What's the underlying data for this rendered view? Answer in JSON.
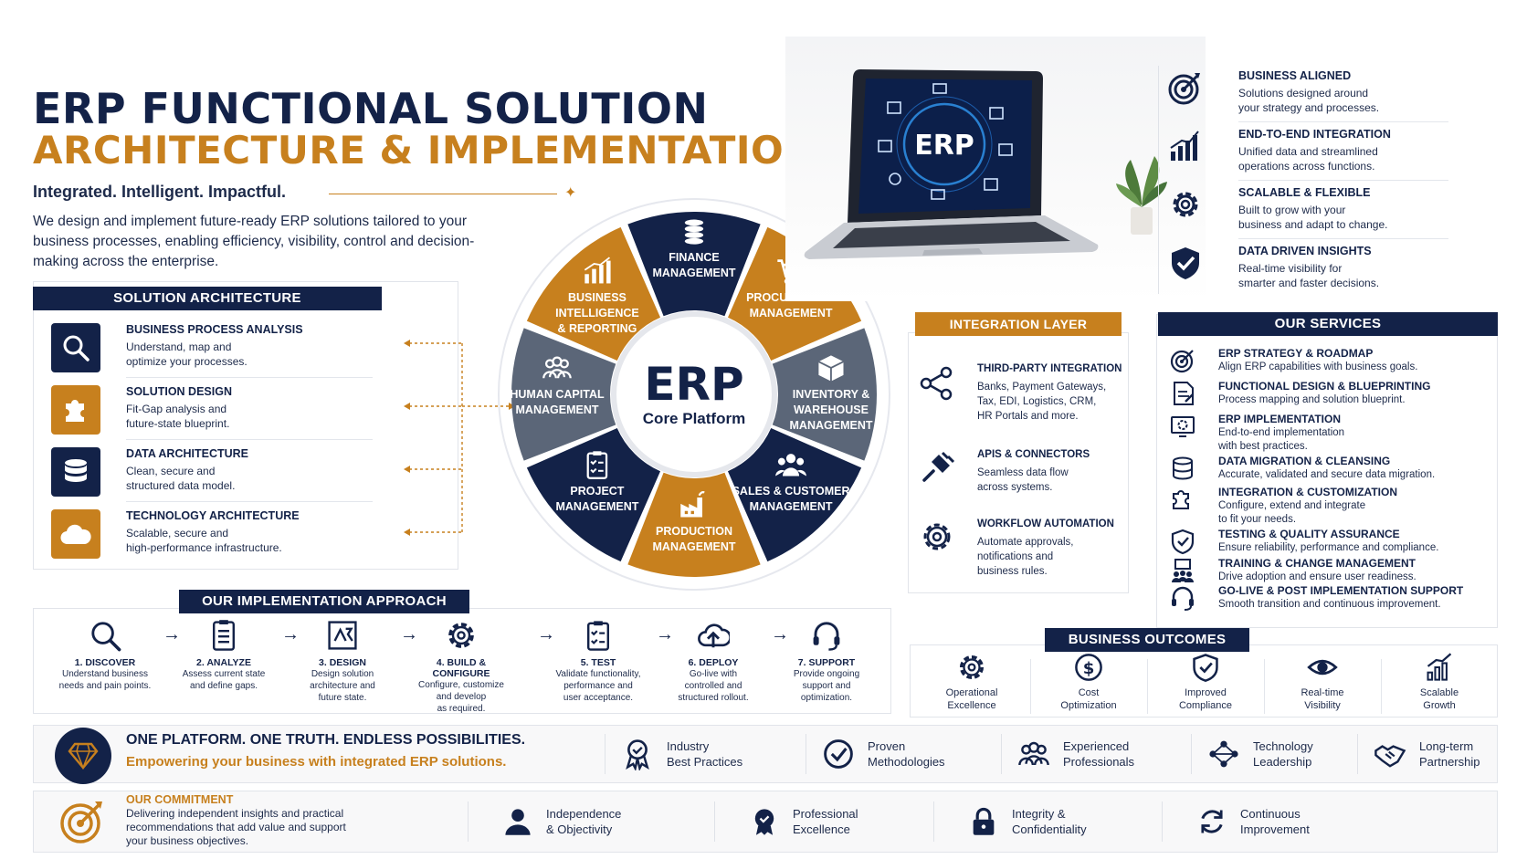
{
  "header": {
    "title_line1": "ERP FUNCTIONAL SOLUTION",
    "title_line2": "ARCHITECTURE & IMPLEMENTATION",
    "tagline": "Integrated. Intelligent. Impactful.",
    "intro": "We design and implement future-ready ERP solutions tailored to your business processes, enabling efficiency, visibility, control and decision-making across the enterprise."
  },
  "colors": {
    "navy": "#132248",
    "gold": "#c7801e",
    "slate": "#5b6678"
  },
  "solution_architecture": {
    "heading": "SOLUTION ARCHITECTURE",
    "items": [
      {
        "icon": "search-icon",
        "title": "BUSINESS PROCESS ANALYSIS",
        "desc_line1": "Understand, map and",
        "desc_line2": "optimize your processes."
      },
      {
        "icon": "puzzle-icon",
        "title": "SOLUTION DESIGN",
        "desc_line1": "Fit-Gap analysis and",
        "desc_line2": "future-state blueprint."
      },
      {
        "icon": "database-icon",
        "title": "DATA ARCHITECTURE",
        "desc_line1": "Clean, secure and",
        "desc_line2": "structured data model."
      },
      {
        "icon": "cloud-icon",
        "title": "TECHNOLOGY ARCHITECTURE",
        "desc_line1": "Scalable, secure and",
        "desc_line2": "high-performance infrastructure."
      }
    ]
  },
  "wheel": {
    "center_title": "ERP",
    "center_subtitle": "Core Platform",
    "segments": [
      {
        "l1": "FINANCE",
        "l2": "MANAGEMENT",
        "l3": "",
        "icon": "coins-icon",
        "color": "navy"
      },
      {
        "l1": "PROCUREMENT",
        "l2": "MANAGEMENT",
        "l3": "",
        "icon": "cart-icon",
        "color": "gold"
      },
      {
        "l1": "INVENTORY &",
        "l2": "WAREHOUSE",
        "l3": "MANAGEMENT",
        "icon": "box-icon",
        "color": "slate"
      },
      {
        "l1": "SALES & CUSTOMER",
        "l2": "MANAGEMENT",
        "l3": "",
        "icon": "people-icon",
        "color": "navy"
      },
      {
        "l1": "PRODUCTION",
        "l2": "MANAGEMENT",
        "l3": "",
        "icon": "factory-icon",
        "color": "gold"
      },
      {
        "l1": "PROJECT",
        "l2": "MANAGEMENT",
        "l3": "",
        "icon": "clipboard-icon",
        "color": "navy"
      },
      {
        "l1": "HUMAN CAPITAL",
        "l2": "MANAGEMENT",
        "l3": "",
        "icon": "team-icon",
        "color": "slate"
      },
      {
        "l1": "BUSINESS",
        "l2": "INTELLIGENCE",
        "l3": "& REPORTING",
        "icon": "bar-chart-icon",
        "color": "gold"
      }
    ]
  },
  "laptop": {
    "screen_label": "ERP"
  },
  "benefits": [
    {
      "icon": "target-icon",
      "title": "BUSINESS ALIGNED",
      "desc_line1": "Solutions designed around",
      "desc_line2": "your strategy and processes."
    },
    {
      "icon": "bar-chart-icon",
      "title": "END-TO-END INTEGRATION",
      "desc_line1": "Unified data and streamlined",
      "desc_line2": "operations across functions."
    },
    {
      "icon": "gear-icon",
      "title": "SCALABLE & FLEXIBLE",
      "desc_line1": "Built to grow with your",
      "desc_line2": "business and adapt to change."
    },
    {
      "icon": "shield-check-icon",
      "title": "DATA DRIVEN INSIGHTS",
      "desc_line1": "Real-time visibility for",
      "desc_line2": "smarter and faster decisions."
    }
  ],
  "integration_layer": {
    "heading": "INTEGRATION LAYER",
    "items": [
      {
        "icon": "share-nodes-icon",
        "title": "THIRD-PARTY INTEGRATION",
        "lines": [
          "Banks, Payment Gateways,",
          "Tax, EDI, Logistics, CRM,",
          "HR Portals and more."
        ]
      },
      {
        "icon": "plug-icon",
        "title": "APIS & CONNECTORS",
        "lines": [
          "Seamless data flow",
          "across systems."
        ]
      },
      {
        "icon": "gear-icon",
        "title": "WORKFLOW AUTOMATION",
        "lines": [
          "Automate approvals,",
          "notifications and",
          "business rules."
        ]
      }
    ]
  },
  "services": {
    "heading": "OUR SERVICES",
    "items": [
      {
        "icon": "target-icon",
        "title": "ERP STRATEGY & ROADMAP",
        "lines": [
          "Align ERP capabilities with business goals."
        ]
      },
      {
        "icon": "blueprint-icon",
        "title": "FUNCTIONAL DESIGN & BLUEPRINTING",
        "lines": [
          "Process mapping and solution blueprint."
        ]
      },
      {
        "icon": "monitor-gear-icon",
        "title": "ERP IMPLEMENTATION",
        "lines": [
          "End-to-end implementation",
          "with best practices."
        ]
      },
      {
        "icon": "database-icon",
        "title": "DATA MIGRATION & CLEANSING",
        "lines": [
          "Accurate, validated and secure data migration."
        ]
      },
      {
        "icon": "puzzle-icon",
        "title": "INTEGRATION & CUSTOMIZATION",
        "lines": [
          "Configure, extend and integrate",
          "to fit your needs."
        ]
      },
      {
        "icon": "shield-check-icon",
        "title": "TESTING & QUALITY ASSURANCE",
        "lines": [
          "Ensure reliability, performance and compliance."
        ]
      },
      {
        "icon": "training-icon",
        "title": "TRAINING & CHANGE MANAGEMENT",
        "lines": [
          "Drive adoption and ensure user readiness."
        ]
      },
      {
        "icon": "headset-icon",
        "title": "GO-LIVE & POST IMPLEMENTATION SUPPORT",
        "lines": [
          "Smooth transition and continuous improvement."
        ]
      }
    ]
  },
  "approach": {
    "heading": "OUR IMPLEMENTATION APPROACH",
    "arrow": "→",
    "steps": [
      {
        "icon": "search-icon",
        "title": "1. DISCOVER",
        "lines": [
          "Understand business",
          "needs and pain points."
        ]
      },
      {
        "icon": "checklist-icon",
        "title": "2. ANALYZE",
        "lines": [
          "Assess current state",
          "and define gaps."
        ]
      },
      {
        "icon": "design-icon",
        "title": "3. DESIGN",
        "lines": [
          "Design solution",
          "architecture and",
          "future state."
        ]
      },
      {
        "icon": "gear-icon",
        "title": "4. BUILD & CONFIGURE",
        "lines": [
          "Configure, customize",
          "and develop",
          "as required."
        ]
      },
      {
        "icon": "clipboard-icon",
        "title": "5. TEST",
        "lines": [
          "Validate functionality,",
          "performance and",
          "user acceptance."
        ]
      },
      {
        "icon": "cloud-upload-icon",
        "title": "6. DEPLOY",
        "lines": [
          "Go-live with",
          "controlled and",
          "structured rollout."
        ]
      },
      {
        "icon": "headset-icon",
        "title": "7. SUPPORT",
        "lines": [
          "Provide ongoing",
          "support and",
          "optimization."
        ]
      }
    ]
  },
  "outcomes": {
    "heading": "BUSINESS OUTCOMES",
    "items": [
      {
        "icon": "gear-icon",
        "l1": "Operational",
        "l2": "Excellence"
      },
      {
        "icon": "dollar-icon",
        "l1": "Cost",
        "l2": "Optimization"
      },
      {
        "icon": "shield-check-icon",
        "l1": "Improved",
        "l2": "Compliance"
      },
      {
        "icon": "eye-icon",
        "l1": "Real-time",
        "l2": "Visibility"
      },
      {
        "icon": "growth-chart-icon",
        "l1": "Scalable",
        "l2": "Growth"
      }
    ]
  },
  "banner": {
    "headline": "ONE PLATFORM. ONE TRUTH. ENDLESS POSSIBILITIES.",
    "subline": "Empowering your business with integrated ERP solutions.",
    "pillars": [
      {
        "icon": "award-icon",
        "l1": "Industry",
        "l2": "Best Practices"
      },
      {
        "icon": "check-circle-icon",
        "l1": "Proven",
        "l2": "Methodologies"
      },
      {
        "icon": "team-icon",
        "l1": "Experienced",
        "l2": "Professionals"
      },
      {
        "icon": "network-icon",
        "l1": "Technology",
        "l2": "Leadership"
      },
      {
        "icon": "handshake-icon",
        "l1": "Long-term",
        "l2": "Partnership"
      }
    ]
  },
  "commitment": {
    "heading": "OUR COMMITMENT",
    "lines": [
      "Delivering independent insights and practical",
      "recommendations that add value and support",
      "your business objectives."
    ],
    "values": [
      {
        "icon": "person-icon",
        "l1": "Independence",
        "l2": "& Objectivity"
      },
      {
        "icon": "medal-icon",
        "l1": "Professional",
        "l2": "Excellence"
      },
      {
        "icon": "lock-icon",
        "l1": "Integrity &",
        "l2": "Confidentiality"
      },
      {
        "icon": "refresh-icon",
        "l1": "Continuous",
        "l2": "Improvement"
      }
    ]
  }
}
